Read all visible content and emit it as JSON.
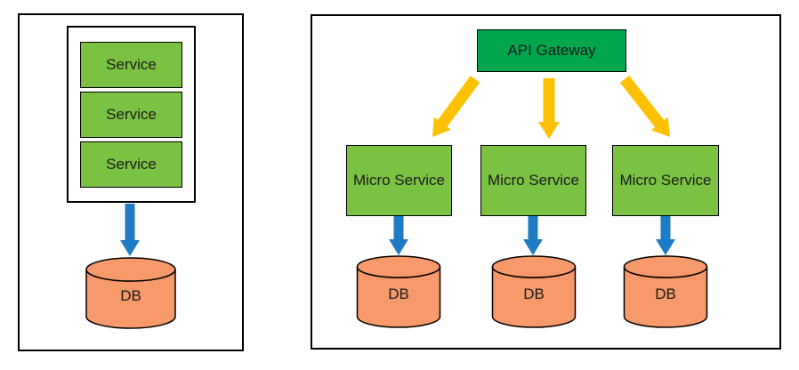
{
  "monolith": {
    "services": [
      {
        "label": "Service"
      },
      {
        "label": "Service"
      },
      {
        "label": "Service"
      }
    ],
    "db": {
      "label": "DB"
    }
  },
  "microservices": {
    "gateway": {
      "label": "API Gateway"
    },
    "services": [
      {
        "label": "Micro Service"
      },
      {
        "label": "Micro Service"
      },
      {
        "label": "Micro Service"
      }
    ],
    "dbs": [
      {
        "label": "DB"
      },
      {
        "label": "DB"
      },
      {
        "label": "DB"
      }
    ]
  },
  "icons": {
    "monolith_db_arrow": "down-arrow",
    "microservice_db_arrow": "down-arrow",
    "gateway_route_arrow": "diagonal-down-arrow"
  },
  "colors": {
    "background": "#ffffff",
    "panel_border": "#000000",
    "service_green": "#7CC242",
    "gateway_green": "#00A64E",
    "db_orange": "#F7996B",
    "arrow_blue": "#1E7BC4",
    "arrow_yellow": "#FFC000",
    "text": "#1a1a1a"
  }
}
